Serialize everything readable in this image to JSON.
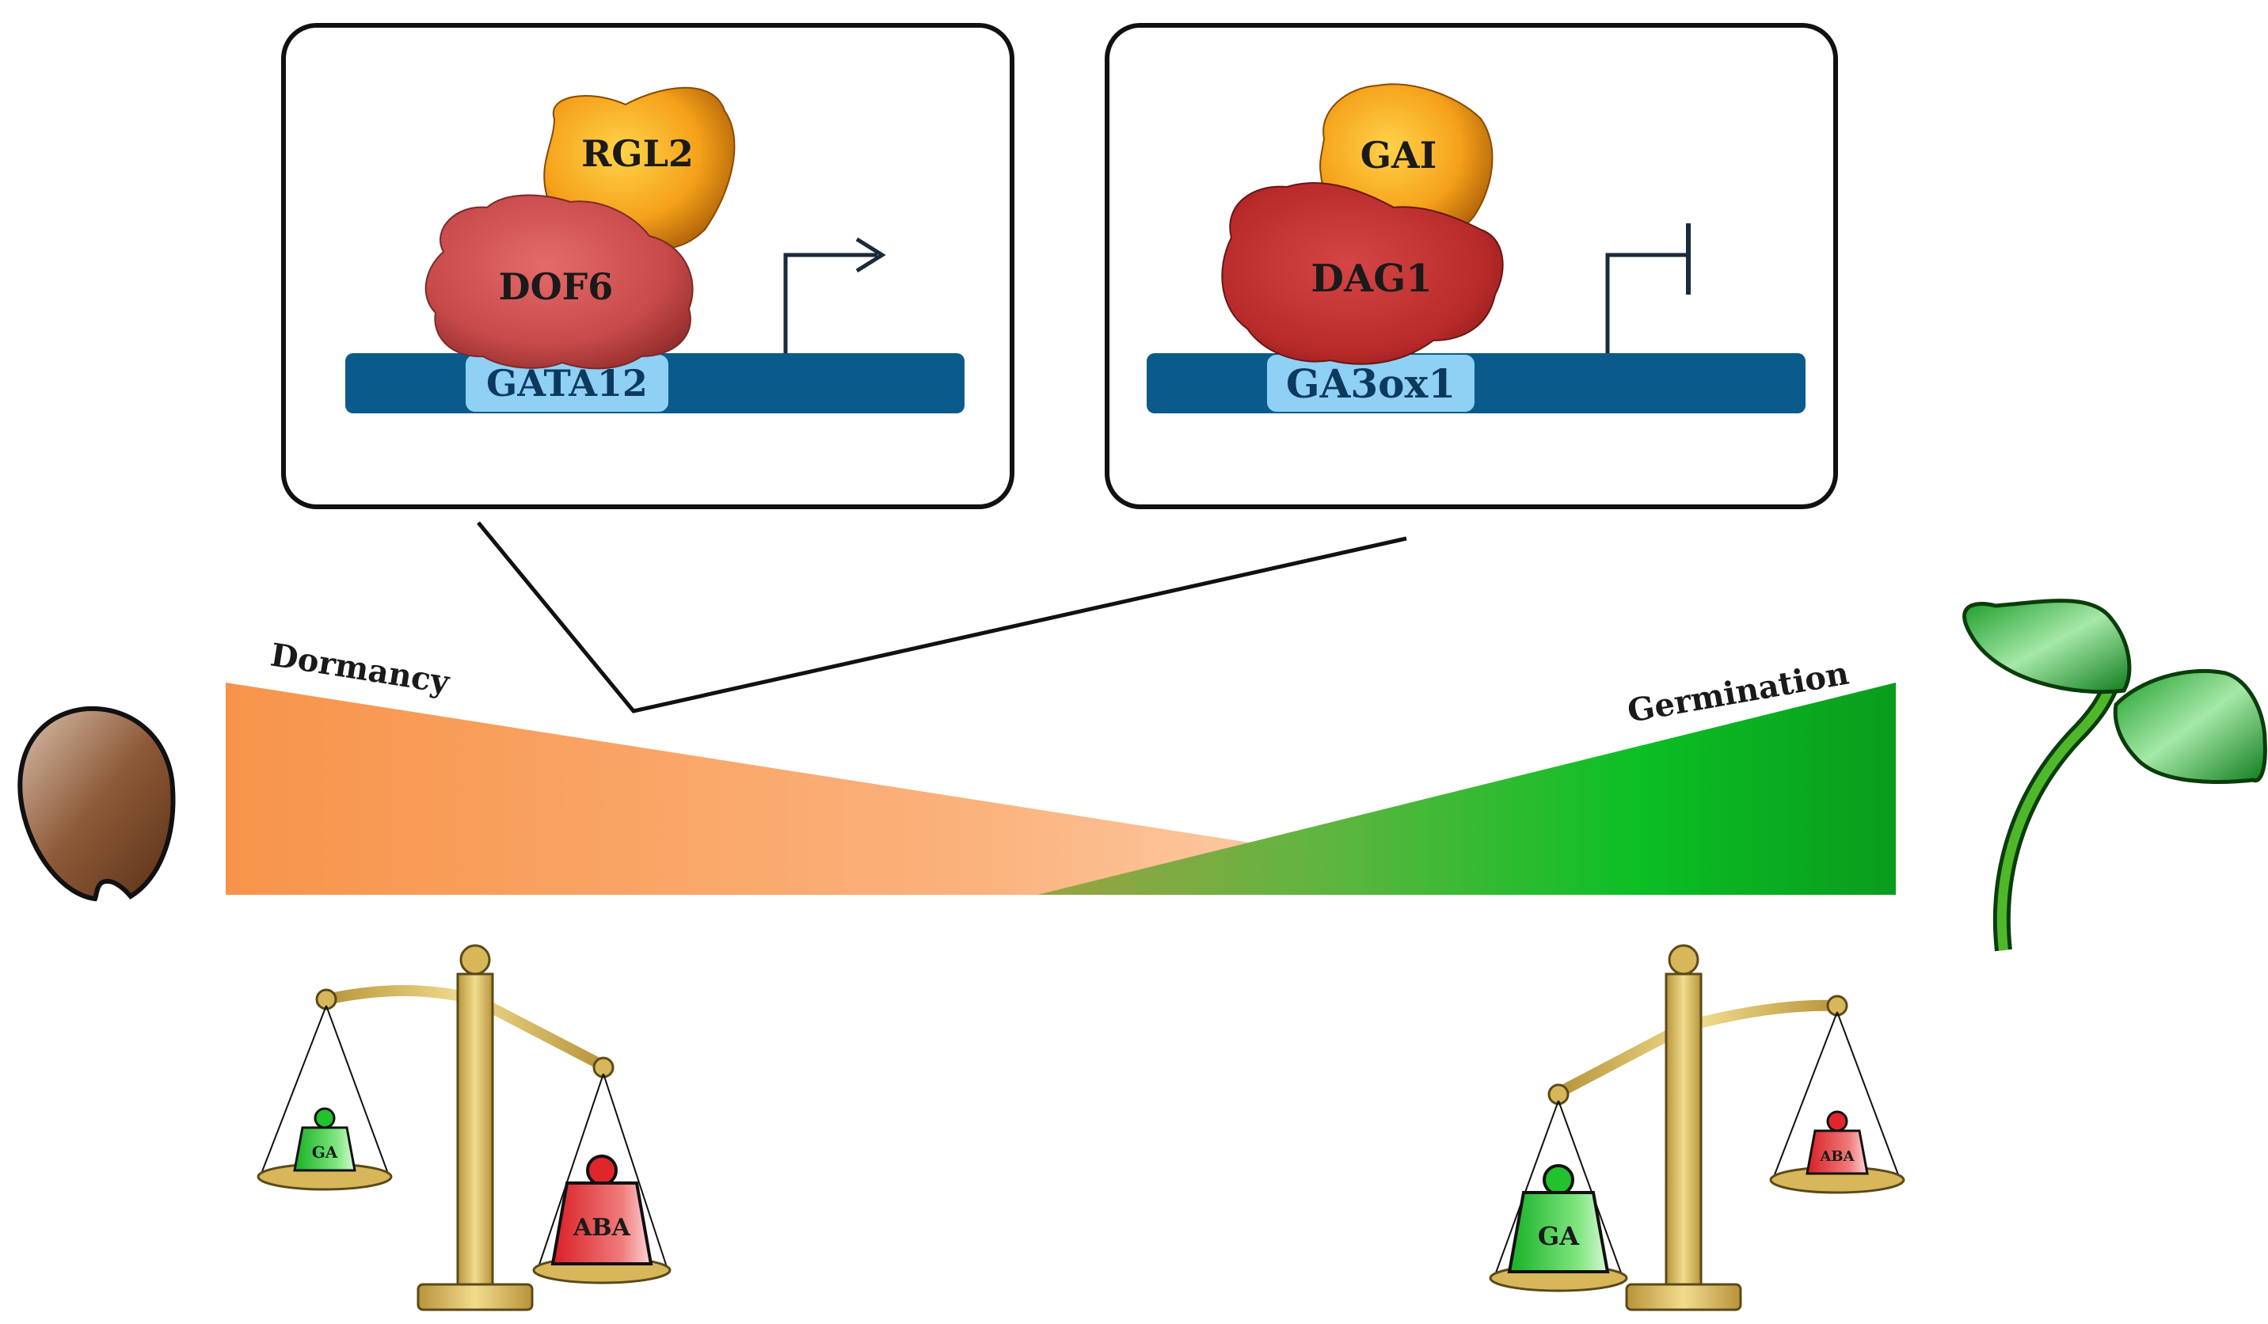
{
  "panel_left": {
    "top_protein": "RGL2",
    "bottom_protein": "DOF6",
    "gene": "GATA12",
    "effect": "activation"
  },
  "panel_right": {
    "top_protein": "GAI",
    "bottom_protein": "DAG1",
    "gene": "GA3ox1",
    "effect": "repression"
  },
  "gradient": {
    "left_label": "Dormancy",
    "right_label": "Germination"
  },
  "balance_left": {
    "light_weight": "GA",
    "heavy_weight": "ABA"
  },
  "balance_right": {
    "heavy_weight": "GA",
    "light_weight": "ABA"
  },
  "colors": {
    "dna": "#0b5a8c",
    "gene_box": "#8fd0f5",
    "dormancy": "#f7944a",
    "germination": "#0aa31f",
    "scale_gold": "#d8b75a",
    "weight_green": "#22c12e",
    "weight_red": "#e0262b"
  }
}
